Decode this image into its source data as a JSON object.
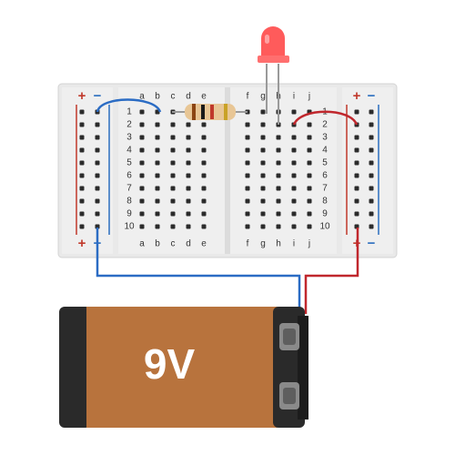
{
  "breadboard": {
    "left_columns": [
      "a",
      "b",
      "c",
      "d",
      "e"
    ],
    "right_columns": [
      "f",
      "g",
      "h",
      "i",
      "j"
    ],
    "rows": [
      "1",
      "2",
      "3",
      "4",
      "5",
      "6",
      "7",
      "8",
      "9",
      "10"
    ],
    "rail_plus": "+",
    "rail_minus": "−",
    "colors": {
      "body": "#e9e9e9",
      "hole": "#2b2b2b",
      "rail_red": "#c0392b",
      "rail_blue": "#2c6fbf"
    }
  },
  "battery": {
    "label": "9V",
    "colors": {
      "body": "#b8733d",
      "ends": "#2a2a2a",
      "terminal": "#8a8a8a"
    }
  },
  "led": {
    "color": "#ff5b5b"
  },
  "resistor": {
    "bands": [
      "#8b4513",
      "#1a1a1a",
      "#c0392b",
      "#c9a227"
    ]
  },
  "wires": {
    "positive_color": "#c0272d",
    "negative_color": "#2b6cc4"
  }
}
